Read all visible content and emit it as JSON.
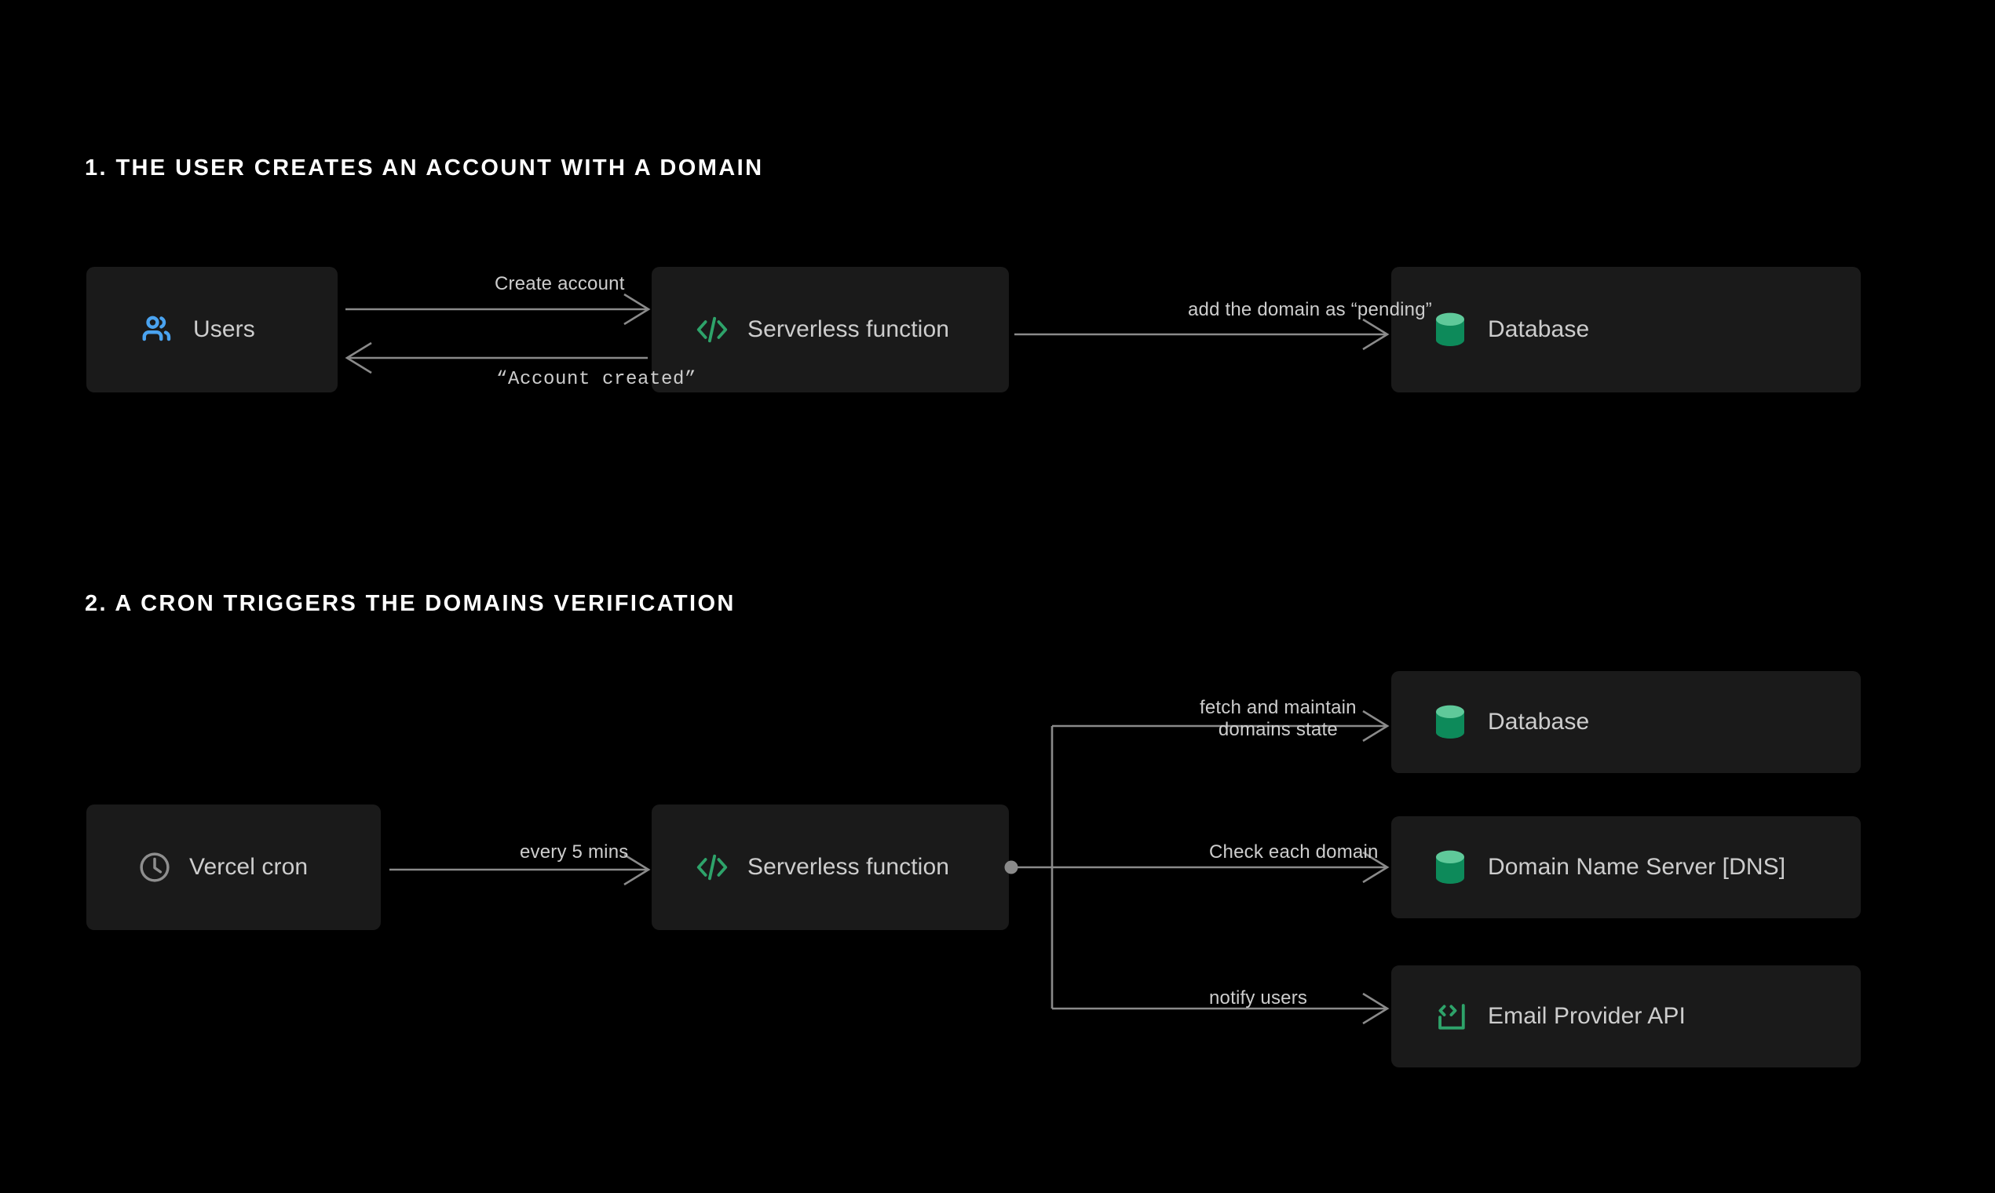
{
  "page": {
    "background_color": "#000000",
    "box_color": "#1a1a1a",
    "accent_green": "#2ea36a",
    "accent_blue": "#4aa3f0",
    "text_color": "#cdcdcd",
    "heading_color": "#ffffff",
    "line_color": "#8a8a8a"
  },
  "sections": [
    {
      "heading": "1. THE USER CREATES AN ACCOUNT WITH A DOMAIN",
      "nodes": [
        {
          "id": "users",
          "label": "Users",
          "icon": "users-icon"
        },
        {
          "id": "serverless-1",
          "label": "Serverless function",
          "icon": "code-brackets-icon"
        },
        {
          "id": "database-1",
          "label": "Database",
          "icon": "database-cylinder-icon"
        }
      ],
      "edges": [
        {
          "id": "create-account",
          "label": "Create account",
          "style": "sans",
          "direction": "right"
        },
        {
          "id": "account-created",
          "label": "“Account created”",
          "style": "monospace",
          "direction": "left"
        },
        {
          "id": "add-domain",
          "label": "add the domain as “pending”",
          "style": "sans",
          "direction": "right"
        }
      ]
    },
    {
      "heading": "2. A CRON TRIGGERS THE DOMAINS VERIFICATION",
      "nodes": [
        {
          "id": "cron",
          "label": "Vercel cron",
          "icon": "clock-icon"
        },
        {
          "id": "serverless-2",
          "label": "Serverless function",
          "icon": "code-brackets-icon"
        },
        {
          "id": "database-2",
          "label": "Database",
          "icon": "database-cylinder-icon"
        },
        {
          "id": "dns",
          "label": "Domain Name Server  [DNS]",
          "icon": "database-cylinder-icon"
        },
        {
          "id": "email-api",
          "label": "Email Provider API",
          "icon": "code-frame-icon"
        }
      ],
      "edges": [
        {
          "id": "every-5-mins",
          "label": "every 5 mins",
          "style": "sans",
          "direction": "right"
        },
        {
          "id": "fetch-maintain",
          "label_line1": "fetch and maintain",
          "label_line2": "domains state",
          "style": "sans",
          "direction": "right"
        },
        {
          "id": "check-domain",
          "label": "Check each domain",
          "style": "sans",
          "direction": "right"
        },
        {
          "id": "notify-users",
          "label": "notify users",
          "style": "sans",
          "direction": "right"
        }
      ]
    }
  ]
}
